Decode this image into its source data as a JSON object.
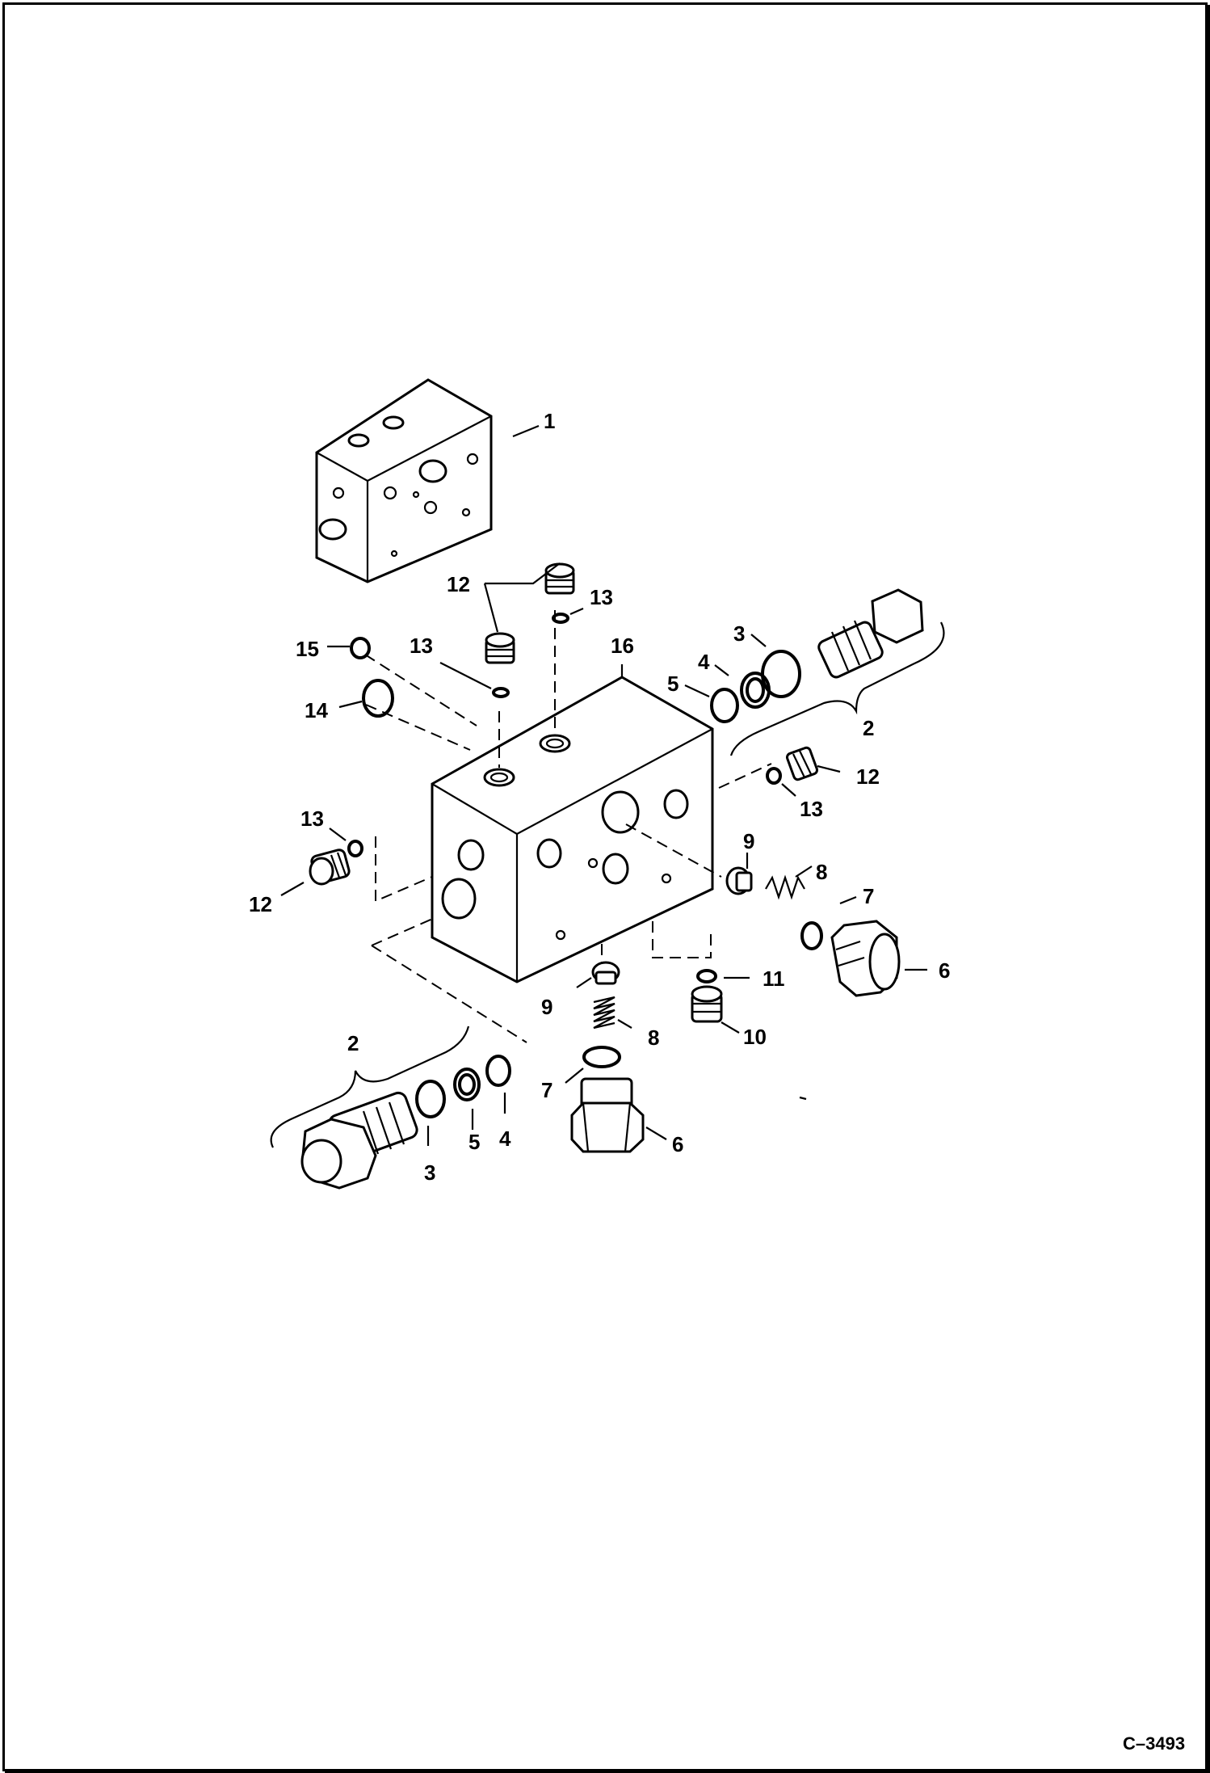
{
  "figure_id": "C–3493",
  "callouts": {
    "c1": "1",
    "c2_right": "2",
    "c2_left": "2",
    "c3_right": "3",
    "c3_left": "3",
    "c4_right": "4",
    "c4_left": "4",
    "c5_right": "5",
    "c5_left": "5",
    "c6_right": "6",
    "c6_bottom": "6",
    "c7_right": "7",
    "c7_bottom": "7",
    "c8_right": "8",
    "c8_bottom": "8",
    "c9_right": "9",
    "c9_bottom": "9",
    "c10": "10",
    "c11": "11",
    "c12_top": "12",
    "c12_right": "12",
    "c12_left": "12",
    "c13_top_right": "13",
    "c13_top_left": "13",
    "c13_right": "13",
    "c13_left": "13",
    "c14": "14",
    "c15": "15",
    "c16": "16"
  }
}
